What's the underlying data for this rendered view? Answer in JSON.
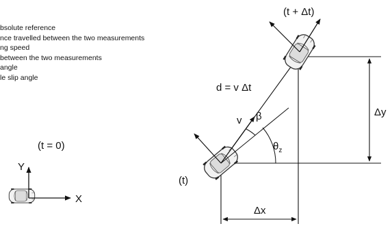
{
  "legend": [
    "bsolute reference",
    "nce travelled between the two measurements",
    "ng speed",
    " between the two measurements",
    "angle",
    "le slip angle"
  ],
  "labels": {
    "t0": "(t = 0)",
    "axis_y": "Y",
    "axis_x": "X",
    "t": "(t)",
    "t_dt": "(t + Δt)",
    "distance": "d = v Δt",
    "v": "v",
    "beta": "β",
    "theta": "θ",
    "theta_sub": "z",
    "dy": "Δy",
    "dx": "Δx"
  }
}
